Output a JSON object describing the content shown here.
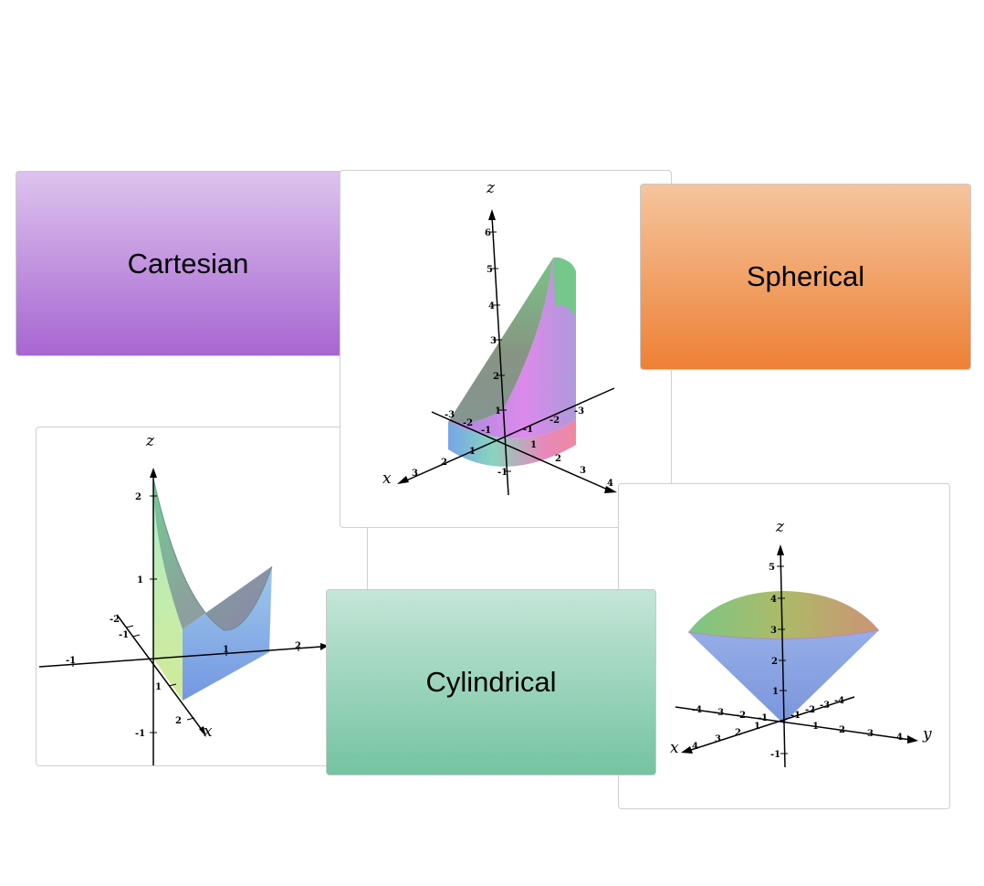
{
  "labels": {
    "cartesian": "Cartesian",
    "spherical": "Spherical",
    "cylindrical": "Cylindrical"
  },
  "colors": {
    "cartesian_top": "#ddc3ee",
    "cartesian_bottom": "#a766d1",
    "spherical_top": "#f5c59d",
    "spherical_bottom": "#ee8035",
    "cylindrical_top": "#c4e6d8",
    "cylindrical_bottom": "#74c3a1"
  },
  "plot_cartesian": {
    "axis_labels": {
      "z": "z",
      "x": "x"
    },
    "z_ticks": [
      "2",
      "1",
      "-1"
    ],
    "y_ticks": [
      "-1",
      "1",
      "2"
    ],
    "x_ticks": [
      "-2",
      "-1",
      "1",
      "2"
    ]
  },
  "plot_cylindrical": {
    "axis_labels": {
      "z": "z",
      "x": "x"
    },
    "z_ticks": [
      "6",
      "5",
      "4",
      "3",
      "2",
      "1",
      "-1"
    ],
    "x_ticks": [
      "3",
      "2",
      "1",
      "-1",
      "-2",
      "-3"
    ],
    "y_ticks": [
      "-3",
      "-2",
      "-1",
      "1",
      "2",
      "3",
      "4"
    ]
  },
  "plot_spherical": {
    "axis_labels": {
      "z": "z",
      "x": "x",
      "y": "y"
    },
    "z_ticks": [
      "5",
      "4",
      "3",
      "2",
      "1",
      "-1"
    ],
    "x_ticks": [
      "4",
      "3",
      "2",
      "1",
      "-1",
      "-2",
      "-3",
      "-4"
    ],
    "y_ticks": [
      "-4",
      "-3",
      "-2",
      "-1",
      "1",
      "2",
      "3",
      "4"
    ]
  }
}
